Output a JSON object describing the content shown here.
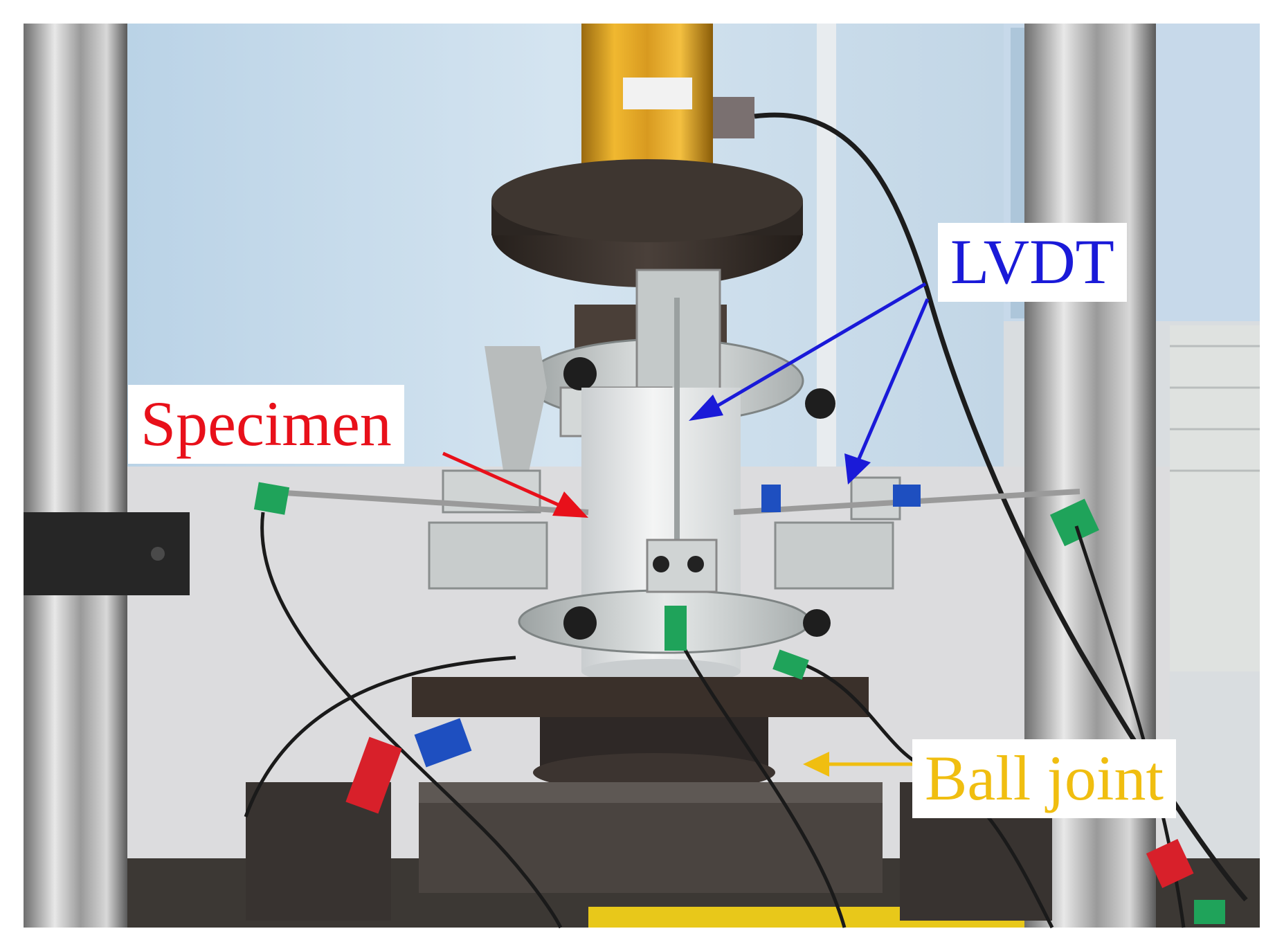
{
  "labels": {
    "specimen": {
      "text": "Specimen",
      "color": "#e8101a"
    },
    "lvdt": {
      "text": "LVDT",
      "color": "#1a1ad8"
    },
    "ball_joint": {
      "text": "Ball joint",
      "color": "#f0be10"
    }
  },
  "colors": {
    "background_window": "#c9dcec",
    "load_cell": "#e0a220",
    "steel_plate": "#3a302a",
    "aluminium": "#c8cccc",
    "specimen": "#eceeee",
    "marker_green": "#1fa35a",
    "marker_blue": "#1e4fc0",
    "marker_red": "#d8202a"
  }
}
